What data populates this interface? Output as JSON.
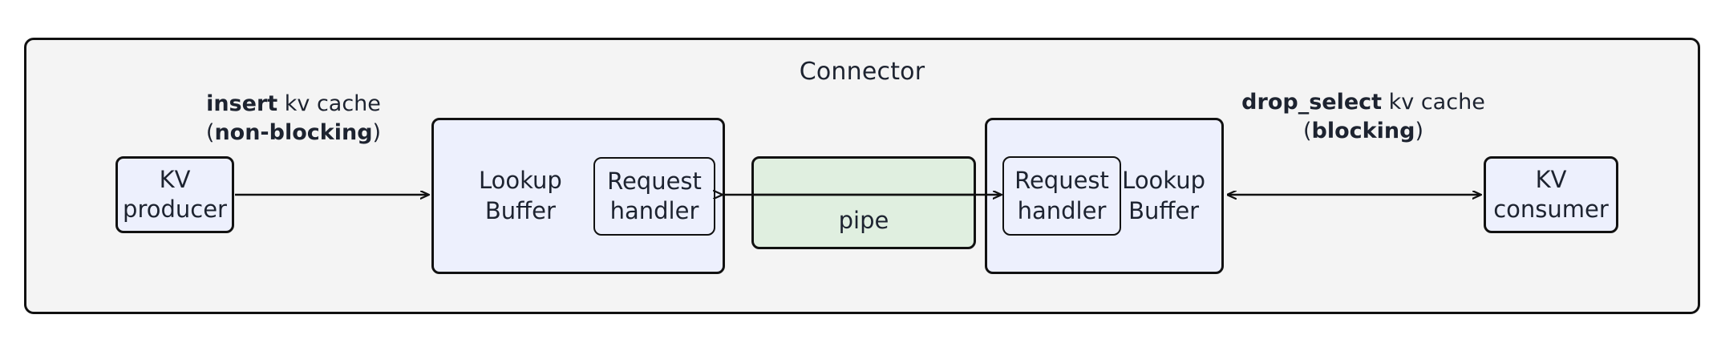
{
  "diagram": {
    "title": "Connector",
    "colors": {
      "frame_bg": "#f4f4f4",
      "frame_border": "#111111",
      "node_fill": "#edf0fd",
      "pipe_fill": "#e0efe0",
      "text": "#1d2330"
    }
  },
  "nodes": {
    "kv_producer": {
      "label": "KV\nproducer"
    },
    "lookup_buffer_left": {
      "label": "Lookup\nBuffer"
    },
    "request_handler_left": {
      "label": "Request\nhandler"
    },
    "pipe": {
      "label": "pipe"
    },
    "request_handler_right": {
      "label": "Request\nhandler"
    },
    "lookup_buffer_right": {
      "label": "Lookup\nBuffer"
    },
    "kv_consumer": {
      "label": "KV\nconsumer"
    }
  },
  "edges": {
    "insert": {
      "line1_bold": "insert",
      "line1_rest": " kv cache",
      "line2_open": "(",
      "line2_bold": "non-blocking",
      "line2_close": ")",
      "direction": "right"
    },
    "drop_select": {
      "line1_bold": "drop_select",
      "line1_rest": " kv cache",
      "line2_open": "(",
      "line2_bold": "blocking",
      "line2_close": ")",
      "direction": "both"
    },
    "pipe_left": {
      "direction": "left"
    },
    "pipe_right": {
      "direction": "right"
    }
  }
}
